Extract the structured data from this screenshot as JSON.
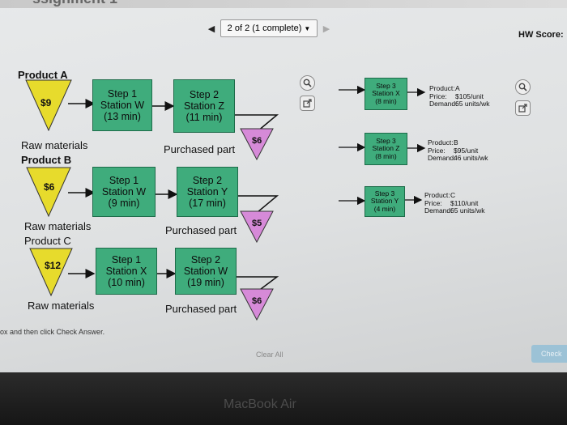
{
  "header": {
    "top_text": "ssignment 1",
    "pager": {
      "prev_icon": "◀",
      "label": "2 of 2 (1 complete)",
      "dropdown_icon": "▼",
      "next_icon": "▶"
    },
    "hw_score": "HW Score:"
  },
  "left": {
    "products": [
      {
        "title": "Product A",
        "price": "$9",
        "raw_label": "Raw materials",
        "step1": {
          "line1": "Step 1",
          "line2": "Station W",
          "line3": "(13 min)"
        },
        "step2": {
          "line1": "Step 2",
          "line2": "Station Z",
          "line3": "(11 min)"
        },
        "purchased_label": "Purchased part",
        "purchased_price": "$6"
      },
      {
        "title": "Product B",
        "price": "$6",
        "raw_label": "Raw materials",
        "step1": {
          "line1": "Step 1",
          "line2": "Station W",
          "line3": "(9 min)"
        },
        "step2": {
          "line1": "Step 2",
          "line2": "Station Y",
          "line3": "(17 min)"
        },
        "purchased_label": "Purchased part",
        "purchased_price": "$5"
      },
      {
        "title": "Product C",
        "price": "$12",
        "raw_label": "Raw materials",
        "step1": {
          "line1": "Step 1",
          "line2": "Station X",
          "line3": "(10 min)"
        },
        "step2": {
          "line1": "Step 2",
          "line2": "Station W",
          "line3": "(19 min)"
        },
        "purchased_label": "Purchased part",
        "purchased_price": "$6"
      }
    ]
  },
  "right": {
    "rows": [
      {
        "step": {
          "line1": "Step 3",
          "line2": "Station X",
          "line3": "(8 min)"
        },
        "product": {
          "name_key": "Product:",
          "name": "A",
          "price_key": "Price:",
          "price": "$105/unit",
          "demand_key": "Demand:",
          "demand": "65 units/wk"
        }
      },
      {
        "step": {
          "line1": "Step 3",
          "line2": "Station Z",
          "line3": "(8 min)"
        },
        "product": {
          "name_key": "Product:",
          "name": "B",
          "price_key": "Price:",
          "price": "$95/unit",
          "demand_key": "Demand:",
          "demand": "46 units/wk"
        }
      },
      {
        "step": {
          "line1": "Step 3",
          "line2": "Station Y",
          "line3": "(4 min)"
        },
        "product": {
          "name_key": "Product:",
          "name": "C",
          "price_key": "Price:",
          "price": "$110/unit",
          "demand_key": "Demand:",
          "demand": "65 units/wk"
        }
      }
    ]
  },
  "footer": {
    "instruction": "ox and then click Check Answer.",
    "clear_all": "Clear All",
    "check_answer": "Check"
  },
  "device": {
    "brand": "MacBook Air"
  },
  "colors": {
    "station": "#3fac7c",
    "raw_triangle": "#e7db2c",
    "purchased_triangle": "#d68ad8",
    "bezel": "#1c1c1c"
  }
}
